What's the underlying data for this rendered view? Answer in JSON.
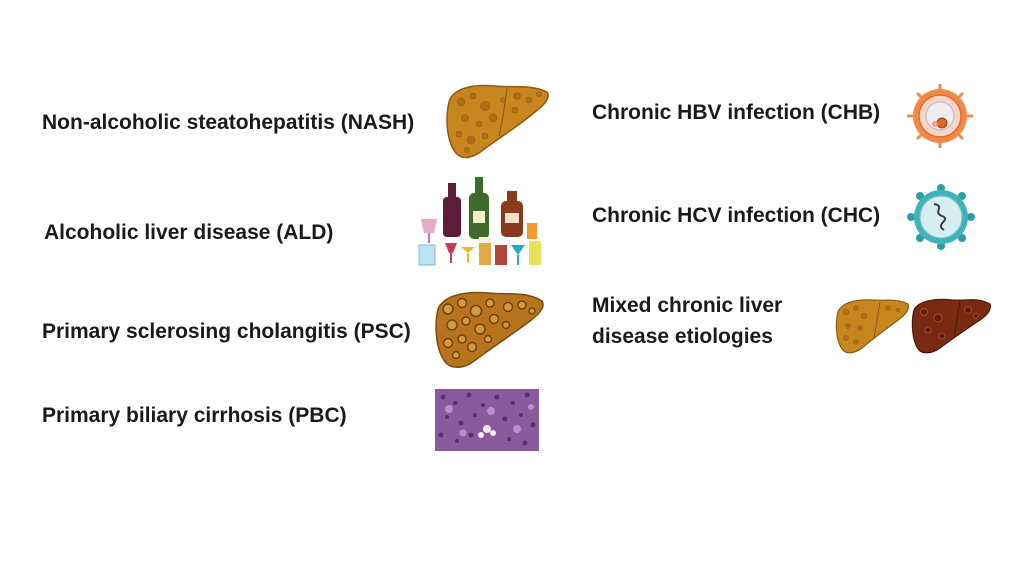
{
  "left_column": {
    "nash_label": "Non-alcoholic steatohepatitis (NASH)",
    "ald_label": "Alcoholic liver disease (ALD)",
    "psc_label": "Primary sclerosing cholangitis (PSC)",
    "pbc_label": "Primary biliary cirrhosis (PBC)"
  },
  "right_column": {
    "chb_label": "Chronic HBV infection (CHB)",
    "chc_label": "Chronic HCV infection (CHC)",
    "mixed_line1": "Mixed chronic liver",
    "mixed_line2": "disease etiologies"
  },
  "icons": {
    "nash": "fatty-liver-icon",
    "ald": "alcohol-drinks-icon",
    "psc": "cirrhotic-liver-icon",
    "pbc": "histology-image",
    "chb": "hbv-virus-icon",
    "chc": "hcv-virus-icon",
    "mixed": [
      "fatty-liver-icon",
      "cirrhotic-dark-liver-icon"
    ]
  },
  "colors": {
    "liver_orange": "#C8861F",
    "liver_dark": "#7A2A12",
    "hbv_orange": "#F08A4B",
    "hcv_teal": "#3FB4B8",
    "histology_purple": "#7B4A8C"
  }
}
